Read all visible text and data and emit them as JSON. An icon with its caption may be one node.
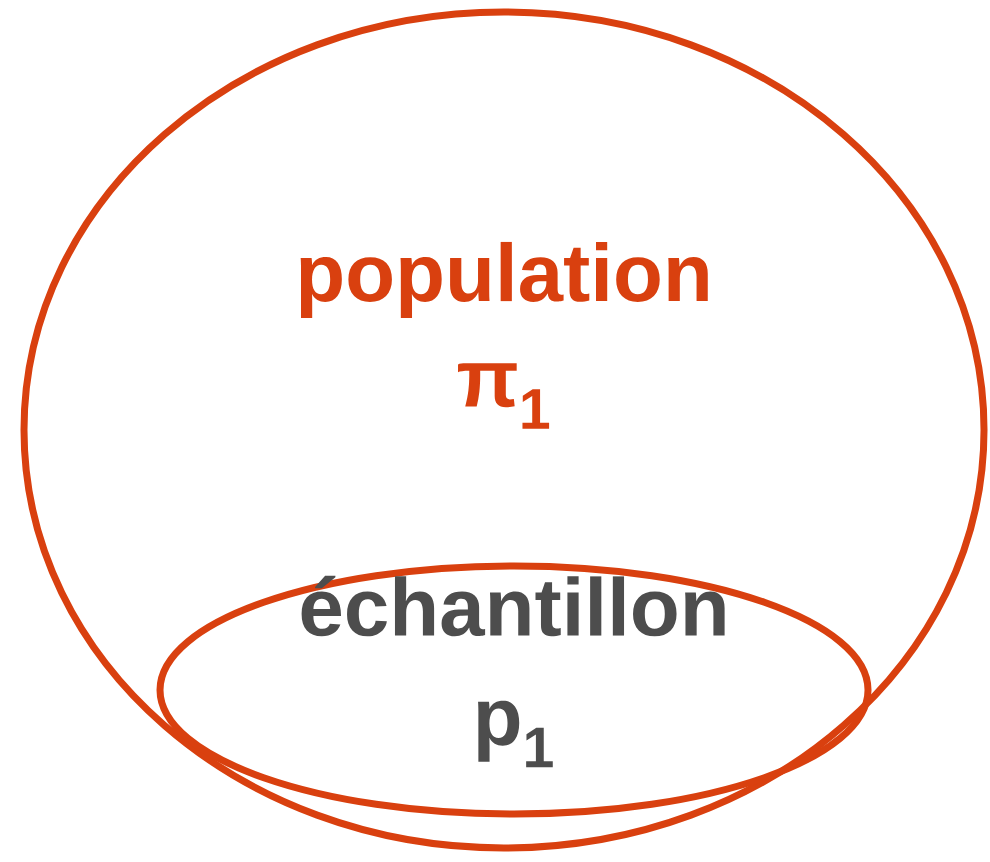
{
  "diagram": {
    "nodes": [
      {
        "text": [
          "population",
          "π$_{1}$"
        ]
      },
      {
        "text": [
          "échantillon",
          "p$_{1}$"
        ],
        "in": 0
      }
    ]
  }
}
